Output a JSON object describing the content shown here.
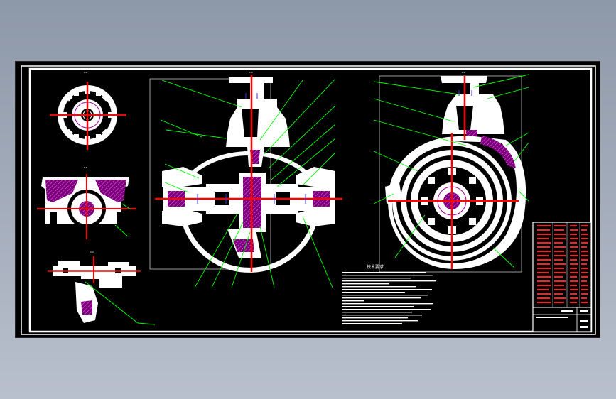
{
  "drawing": {
    "notes_heading": "技术要求",
    "view_labels": {
      "view_a": "A-A",
      "view_b": "B-B",
      "view_c": "C-C",
      "view_d": "D-D",
      "view_e": "E-E"
    }
  },
  "colors": {
    "sheet_bg": "#000000",
    "frame": "#ffffff",
    "leader": "#00ff00",
    "centerline": "#ff0000",
    "hatch": "#a000a0",
    "dimension": "#0000ff"
  }
}
